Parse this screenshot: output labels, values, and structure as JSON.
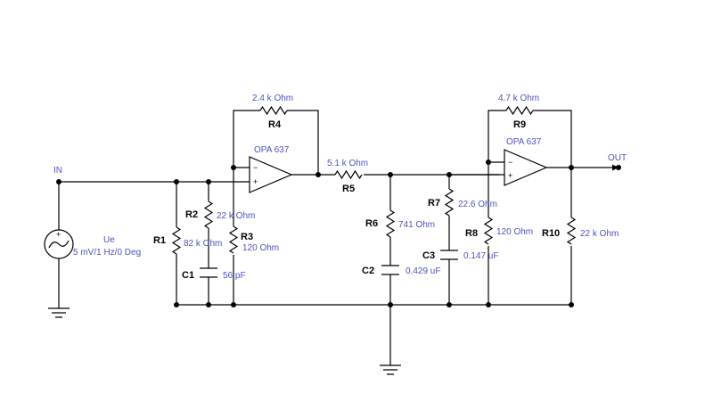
{
  "ports": {
    "in": "IN",
    "out": "OUT"
  },
  "source": {
    "name": "Ue",
    "value": "5 mV/1 Hz/0 Deg"
  },
  "opamps": [
    {
      "id": "U1",
      "model": "OPA 637"
    },
    {
      "id": "U2",
      "model": "OPA 637"
    }
  ],
  "opamp_pins": {
    "minus": "−",
    "plus": "+"
  },
  "resistors": [
    {
      "name": "R1",
      "value": "82 k Ohm"
    },
    {
      "name": "R2",
      "value": "22 k Ohm"
    },
    {
      "name": "R3",
      "value": "120  Ohm"
    },
    {
      "name": "R4",
      "value": "2.4 k Ohm"
    },
    {
      "name": "R5",
      "value": "5.1 k Ohm"
    },
    {
      "name": "R6",
      "value": "741  Ohm"
    },
    {
      "name": "R7",
      "value": "22.6  Ohm"
    },
    {
      "name": "R8",
      "value": "120  Ohm"
    },
    {
      "name": "R9",
      "value": "4.7 k Ohm"
    },
    {
      "name": "R10",
      "value": "22 k Ohm"
    }
  ],
  "capacitors": [
    {
      "name": "C1",
      "value": "56 pF"
    },
    {
      "name": "C2",
      "value": "0.429 uF"
    },
    {
      "name": "C3",
      "value": "0.147 uF"
    }
  ]
}
